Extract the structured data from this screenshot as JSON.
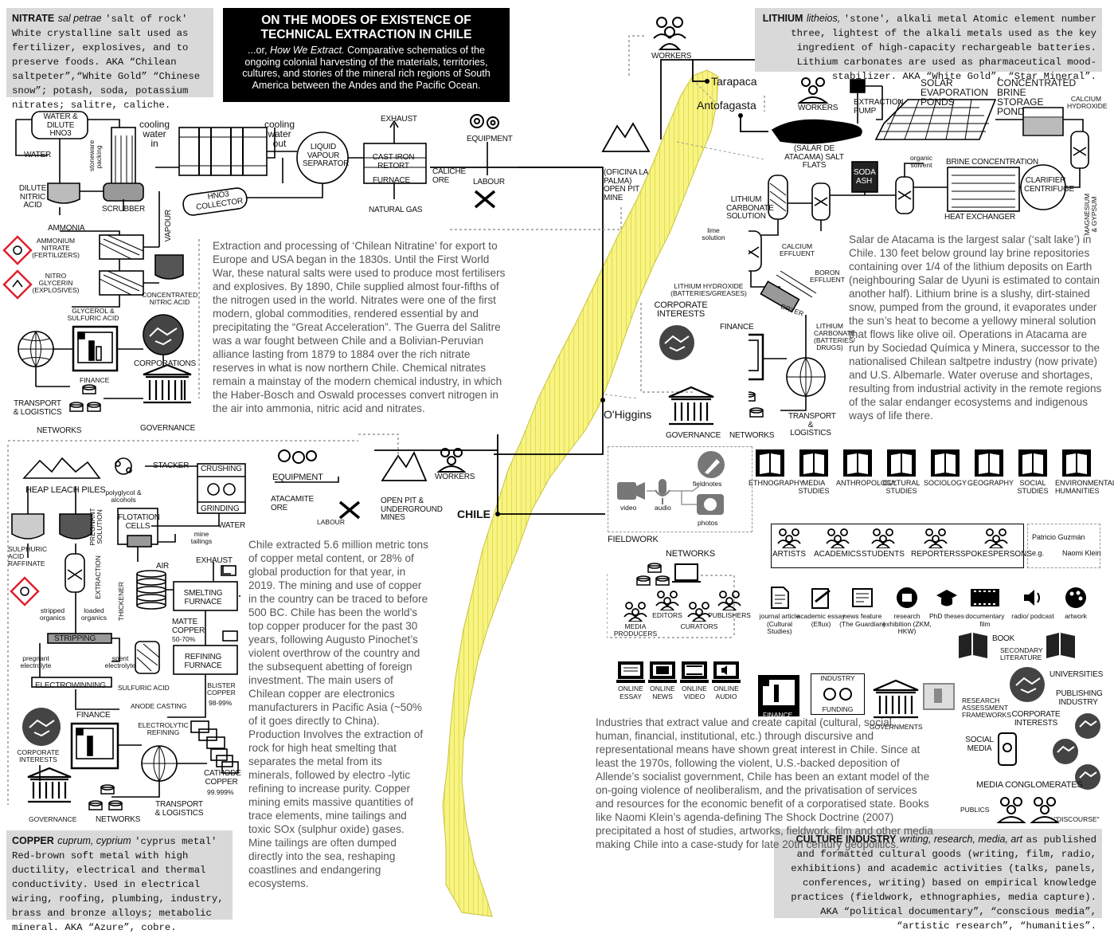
{
  "title": {
    "heading": "ON THE MODES OF EXISTENCE OF TECHNICAL EXTRACTION IN CHILE",
    "subtitle_lead": "...or, ",
    "subtitle_italic": "How We Extract.",
    "subtitle_rest": " Comparative schematics of the ongoing colonial harvesting of the materials, territories, cultures, and stories of the mineral rich regions of South America between the Andes and the Pacific Ocean."
  },
  "nitrate_box": {
    "name": "NITRATE",
    "latin": "sal petrae",
    "text": "'salt of rock' White crystalline salt used as fertilizer, explosives, and to preserve foods. AKA “Chilean saltpeter”,“White Gold” “Chinese snow”; potash, soda, potassium nitrates; salitre, caliche."
  },
  "lithium_box": {
    "name": "LITHIUM",
    "latin": "litheios,",
    "text": "'stone', alkali metal Atomic element number three, lightest of the alkali metals used as the key ingredient of high-capacity rechargeable batteries. Lithium carbonates are used as pharmaceutical mood-stabilizer. AKA “White Gold”, “Star Mineral”."
  },
  "copper_box": {
    "name": "COPPER",
    "latin": "cuprum, cyprium",
    "text": "'cyprus metal' Red-brown soft metal with high ductility, electrical and thermal conductivity. Used in electrical wiring, roofing, plumbing, industry, brass and bronze alloys; metabolic mineral. AKA “Azure”, cobre."
  },
  "culture_box": {
    "name": "CULTURE INDUSTRY",
    "latin": "writing, research, media, art",
    "text": "as published and formatted cultural goods (writing, film, radio, exhibitions) and academic activities (talks, panels, conferences, writing) based on empirical knowledge practices (fieldwork, ethnographies, media capture). AKA “political documentary”, “conscious media”, “artistic research”, “humanities”."
  },
  "paragraphs": {
    "nitrate": "Extraction and processing of ‘Chilean Nitratine’ for export to Europe and USA began in the 1830s. Until the First World War, these natural salts were used to produce most fertilisers and explosives. By 1890, Chile supplied almost four-fifths of the nitrogen used in the world. Nitrates were one of the first modern, global commodities, rendered essential by and precipitating the “Great Acceleration”. The Guerra del Salitre was a war fought between Chile and a Bolivian-Peruvian alliance lasting from 1879 to 1884 over the rich nitrate reserves in what is now northern Chile. Chemical nitrates remain a mainstay of the modern chemical industry, in which the Haber-Bosch and Oswald processes convert nitrogen in the air into ammonia, nitric acid and nitrates.",
    "lithium": "Salar de Atacama is the largest salar (‘salt lake’) in Chile. 130 feet below ground lay brine repositories containing over 1/4 of the lithium deposits on Earth (neighbouring Salar de Uyuni is estimated to contain another half). Lithium brine is a slushy, dirt-stained snow, pumped from the ground, it evaporates under the sun’s heat to become a yellowy mineral solution that flows like olive oil. Operations in Atacama are run by Sociedad Química y Minera, successor to the nationalised Chilean saltpetre industry (now private) and U.S. Albemarle. Water overuse and shortages, resulting from industrial activity in the remote regions of the salar endanger ecosystems and indigenous ways of life there.",
    "copper": "Chile extracted 5.6 million metric tons of copper metal content, or 28% of global production for that year, in 2019. The mining and use of copper in the country can be traced to before 500 BC. Chile has been the world’s top copper producer for the past 30 years, following Augusto Pinochet’s violent overthrow of the country and the subsequent abetting of foreign investment. The main users of Chilean copper are electronics manufacturers in Pacific Asia (~50% of it goes directly to China). Production Involves the extraction of rock for high heat smelting that separates the metal from its minerals, followed by electro -lytic refining to increase purity. Copper mining emits massive quantities of trace elements, mine tailings and toxic SOx (sulphur oxide) gases. Mine tailings are often dumped directly into the sea, reshaping coastlines and endangering ecosystems.",
    "culture": "Industries that extract value and create capital (cultural, social, human, financial, institutional, etc.) through discursive and representational means have shown great interest in Chile. Since at least the 1970s, following the violent, U.S.-backed deposition of Allende’s socialist government, Chile has been an extant model of the on-going violence of neoliberalism, and the privatisation of services and resources for the economic benefit of a corporatised state. Books like Naomi Klein’s agenda-defining The Shock Doctrine (2007) precipitated a host of studies, artworks, fieldwork, film and other media making Chile into a case-study for late 20th century geopolitics."
  },
  "places": {
    "tarapaca": "Tarapaca",
    "antofagasta": "Antofagasta",
    "ohiggins": "O'Higgins",
    "chile": "CHILE",
    "oficina": "(Oficina La Palma) OPEN PIT MINE",
    "salar": "(Salar de Atacama) SALT FLATS"
  },
  "nitrate_labels": {
    "water_hno3": "WATER & DILUTE HNO3",
    "water": "WATER",
    "stoneware": "stoneware packing",
    "dilute": "DILUTE NITRIC ACID",
    "scrubber": "SCRUBBER",
    "cooling_in": "cooling water in",
    "cooling_out": "cooling water out",
    "separator": "LIQUID VAPOUR SEPARATOR",
    "collector": "HNO3 COLLECTOR",
    "exhaust": "EXHAUST",
    "retort": "CAST IRON RETORT",
    "furnace": "FURNACE",
    "caliche": "CALICHE ORE",
    "natural_gas": "NATURAL GAS",
    "equipment": "EQUIPMENT",
    "labour": "LABOUR",
    "workers": "WORKERS",
    "ammonia": "AMMONIA",
    "ammonium": "AMMONIUM NITRATE (FERTILIZERS)",
    "nitro": "NITRO GLYCERIN (EXPLOSIVES)",
    "glycerol": "GLYCEROL & SULFURIC ACID",
    "vapour": "VAPOUR",
    "concentrated": "CONCENTRATED NITRIC ACID",
    "finance": "FINANCE",
    "corporations": "CORPORATIONS",
    "transport": "TRANSPORT & LOGISTICS",
    "networks": "NETWORKS",
    "governance": "GOVERNANCE"
  },
  "lithium_labels": {
    "workers": "WORKERS",
    "pump": "EXTRACTION PUMP",
    "solar": "SOLAR EVAPORATION PONDS",
    "brine_storage": "CONCENTRATED BRINE STORAGE POND",
    "calcium_hydroxide": "CALCIUM HYDROXIDE",
    "soda_ash": "SODA ASH",
    "organic_solvent": "organic solvent",
    "brine_conc": "BRINE CONCENTRATION",
    "clarifier": "CLARIFIER CENTRIFUGE",
    "heat_exchanger": "HEAT EXCHANGER",
    "magnesium": "MAGNESIUM & GYPSUM",
    "lithium_carbonate_solution": "LITHIUM CARBONATE SOLUTION",
    "lime": "lime solution",
    "calcium_effluent": "CALCIUM EFFLUENT",
    "boron": "BORON EFFLUENT",
    "hydroxide": "LITHIUM HYDROXIDE (BATTERIES/GREASES)",
    "dryer": "DRYER",
    "carbonate": "LITHIUM CARBONATE (BATTERIES/ DRUGS)",
    "corporate": "CORPORATE INTERESTS",
    "finance": "FINANCE",
    "governance": "GOVERNANCE",
    "networks": "NETWORKS",
    "transport": "TRANSPORT & LOGISTICS"
  },
  "copper_labels": {
    "heap": "HEAP LEACH PILES",
    "stacker": "STACKER",
    "crushing": "CRUSHING",
    "grinding": "GRINDING",
    "equipment": "EQUIPMENT",
    "workers": "WORKERS",
    "atacamite": "ATACAMITE ORE",
    "labour": "LABOUR",
    "open_pit": "OPEN PIT & UNDERGROUND MINES",
    "water": "WATER",
    "polyglycol": "polyglycol & alcohols",
    "flotation": "FLOTATION CELLS",
    "mine_tailings": "mine tailings",
    "pregnant_solution": "PREGNANT SOLUTION",
    "sulphuric": "SULPHURIC ACID RAFFINATE",
    "air": "AIR",
    "exhaust": "EXHAUST",
    "extraction": "EXTRACTION",
    "thickener": "THICKENER",
    "smelting": "SMELTING FURNACE",
    "matte": "MATTE COPPER",
    "matte_pct": "50-70%",
    "stripped": "stripped organics",
    "loaded": "loaded organics",
    "stripping": "STRIPPING",
    "pregnant_electrolyte": "pregnant electrolyte",
    "spent": "spent electrolyte",
    "refining": "REFINING FURNACE",
    "electrowinning": "ELECTROWINNING",
    "sulfuric": "SULFURIC ACID",
    "blister": "BLISTER COPPER",
    "blister_pct": "98-99%",
    "anode": "ANODE CASTING",
    "electrolytic": "ELECTROLYTIC REFINING",
    "finance": "FINANCE",
    "corporate": "CORPORATE INTERESTS",
    "cathode": "CATHODE COPPER",
    "cathode_pct": "99.999%",
    "transport": "TRANSPORT & LOGISTICS",
    "governance": "GOVERNANCE",
    "networks": "NETWORKS"
  },
  "culture_labels": {
    "fieldnotes": "fieldnotes",
    "video": "video",
    "audio": "audio",
    "photos": "photos",
    "fieldwork": "FIELDWORK",
    "disciplines": [
      "ETHNOGRAPHY",
      "MEDIA STUDIES",
      "ANTHROPOLOGY",
      "CULTURAL STUDIES",
      "SOCIOLOGY",
      "GEOGRAPHY",
      "SOCIAL STUDIES",
      "ENVIRONMENTAL HUMANITIES"
    ],
    "roles": [
      "ARTISTS",
      "ACADEMICS",
      "STUDENTS",
      "REPORTERS",
      "SPOKESPERSONS"
    ],
    "patricio": "Patricio Guzmán",
    "eg": "e.g.",
    "naomi": "Naomi Klein",
    "networks": "NETWORKS",
    "media_producers": "MEDIA PRODUCERS",
    "editors": "EDITORS",
    "curators": "CURATORS",
    "publishers": "PUBLISHERS",
    "outputs": [
      "journal article (Cultural Studies)",
      "academic essay (Eflux)",
      "news feature (The Guardian)",
      "research exhibition (ZKM, HKW)",
      "PhD theses",
      "documentary film",
      "radio/ podcast",
      "artwork"
    ],
    "book": "BOOK",
    "secondary": "SECONDARY LITERATURE",
    "online": [
      "ONLINE ESSAY",
      "ONLINE NEWS",
      "ONLINE VIDEO",
      "ONLINE AUDIO"
    ],
    "industry": "INDUSTRY",
    "funding": "FUNDING",
    "finance": "FINANCE",
    "governments": "GOVERNMENTS",
    "research_frameworks": "RESEARCH ASSESSMENT FRAMEWORKS",
    "universities": "UNIVERSITIES",
    "publishing": "PUBLISHING INDUSTRY",
    "corporate": "CORPORATE INTERESTS",
    "social_media": "SOCIAL MEDIA",
    "conglomerates": "MEDIA CONGLOMERATES",
    "publics": "PUBLICS",
    "discourse": "\"DISCOURSE\""
  },
  "colors": {
    "map": "#f4f07a",
    "gray_box": "#d9d9d9",
    "text_gray": "#555555",
    "hazard": "#e0202e"
  }
}
